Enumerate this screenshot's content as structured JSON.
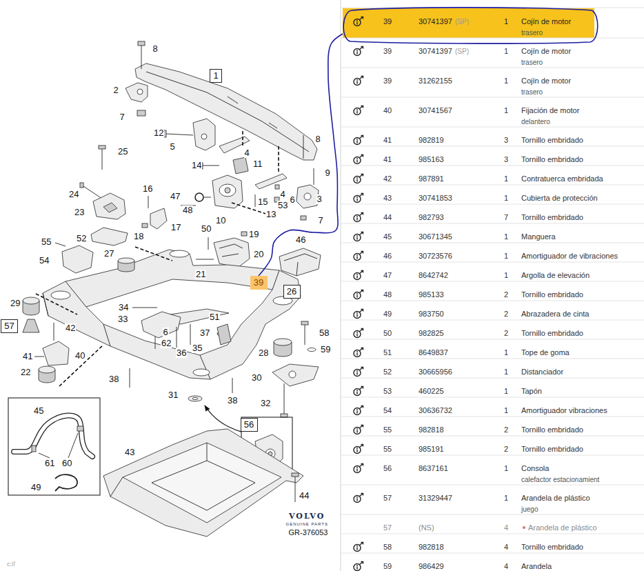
{
  "diagram": {
    "nodes": [
      {
        "text": [
          "39",
          "30741397",
          "(SP)",
          "1",
          "Cojín de motor",
          "trasero"
        ]
      },
      {
        "text": [
          "1"
        ]
      },
      {
        "text": [
          "39"
        ]
      },
      {
        "text": [
          "26"
        ]
      },
      {
        "text": [
          "57"
        ]
      },
      {
        "text": [
          "56"
        ]
      }
    ],
    "edges": [
      {
        "from": 0,
        "to": 2,
        "arrow": "none"
      }
    ],
    "labels": [
      "8",
      "2",
      "7",
      "12",
      "5",
      "25",
      "14",
      "4",
      "11",
      "8",
      "9",
      "24",
      "16",
      "47",
      "48",
      "4",
      "6",
      "3",
      "15",
      "53",
      "13",
      "10",
      "23",
      "17",
      "7",
      "18",
      "52",
      "50",
      "19",
      "46",
      "55",
      "54",
      "27",
      "20",
      "21",
      "34",
      "33",
      "51",
      "29",
      "42",
      "6",
      "62",
      "58",
      "37",
      "35",
      "36",
      "41",
      "40",
      "28",
      "59",
      "22",
      "30",
      "38",
      "31",
      "38",
      "32",
      "45",
      "61",
      "60",
      "49",
      "43",
      "44",
      "VOLVO",
      "GENUINE PARTS",
      "GR-376053",
      "c://",
      "39",
      "30741397",
      "(SP)",
      "1",
      "Cojín de motor",
      "trasero",
      "39",
      "31262155",
      "1",
      "Cojín de motor",
      "trasero",
      "40",
      "30741567",
      "1",
      "Fijación de motor",
      "delantero",
      "41",
      "982819",
      "3",
      "Tornillo embridado",
      "41",
      "985163",
      "3",
      "Tornillo embridado",
      "42",
      "987891",
      "1",
      "Contratuerca embridada",
      "43",
      "30741853",
      "1",
      "Cubierta de protección",
      "44",
      "982793",
      "7",
      "Tornillo embridado",
      "45",
      "30671345",
      "1",
      "Manguera",
      "46",
      "30723576",
      "1",
      "Amortiguador de vibraciones",
      "47",
      "8642742",
      "1",
      "Argolla de elevación",
      "48",
      "985133",
      "2",
      "Tornillo embridado",
      "49",
      "983750",
      "2",
      "Abrazadera de cinta",
      "50",
      "982825",
      "2",
      "Tornillo embridado",
      "51",
      "8649837",
      "1",
      "Tope de goma",
      "52",
      "30665956",
      "1",
      "Distanciador",
      "53",
      "460225",
      "1",
      "Tapón",
      "54",
      "30636732",
      "1",
      "Amortiguador vibraciones",
      "55",
      "982818",
      "2",
      "Tornillo embridado",
      "55",
      "985191",
      "2",
      "Tornillo embridado",
      "56",
      "8637161",
      "1",
      "Consola",
      "calefactor estacionamient",
      "57",
      "31329447",
      "1",
      "Arandela de plástico",
      "juego",
      "57",
      "(NS)",
      "4",
      "Arandela de plástico",
      "58",
      "982818",
      "4",
      "Tornillo embridado",
      "59",
      "986429",
      "4",
      "Arandela"
    ]
  }
}
